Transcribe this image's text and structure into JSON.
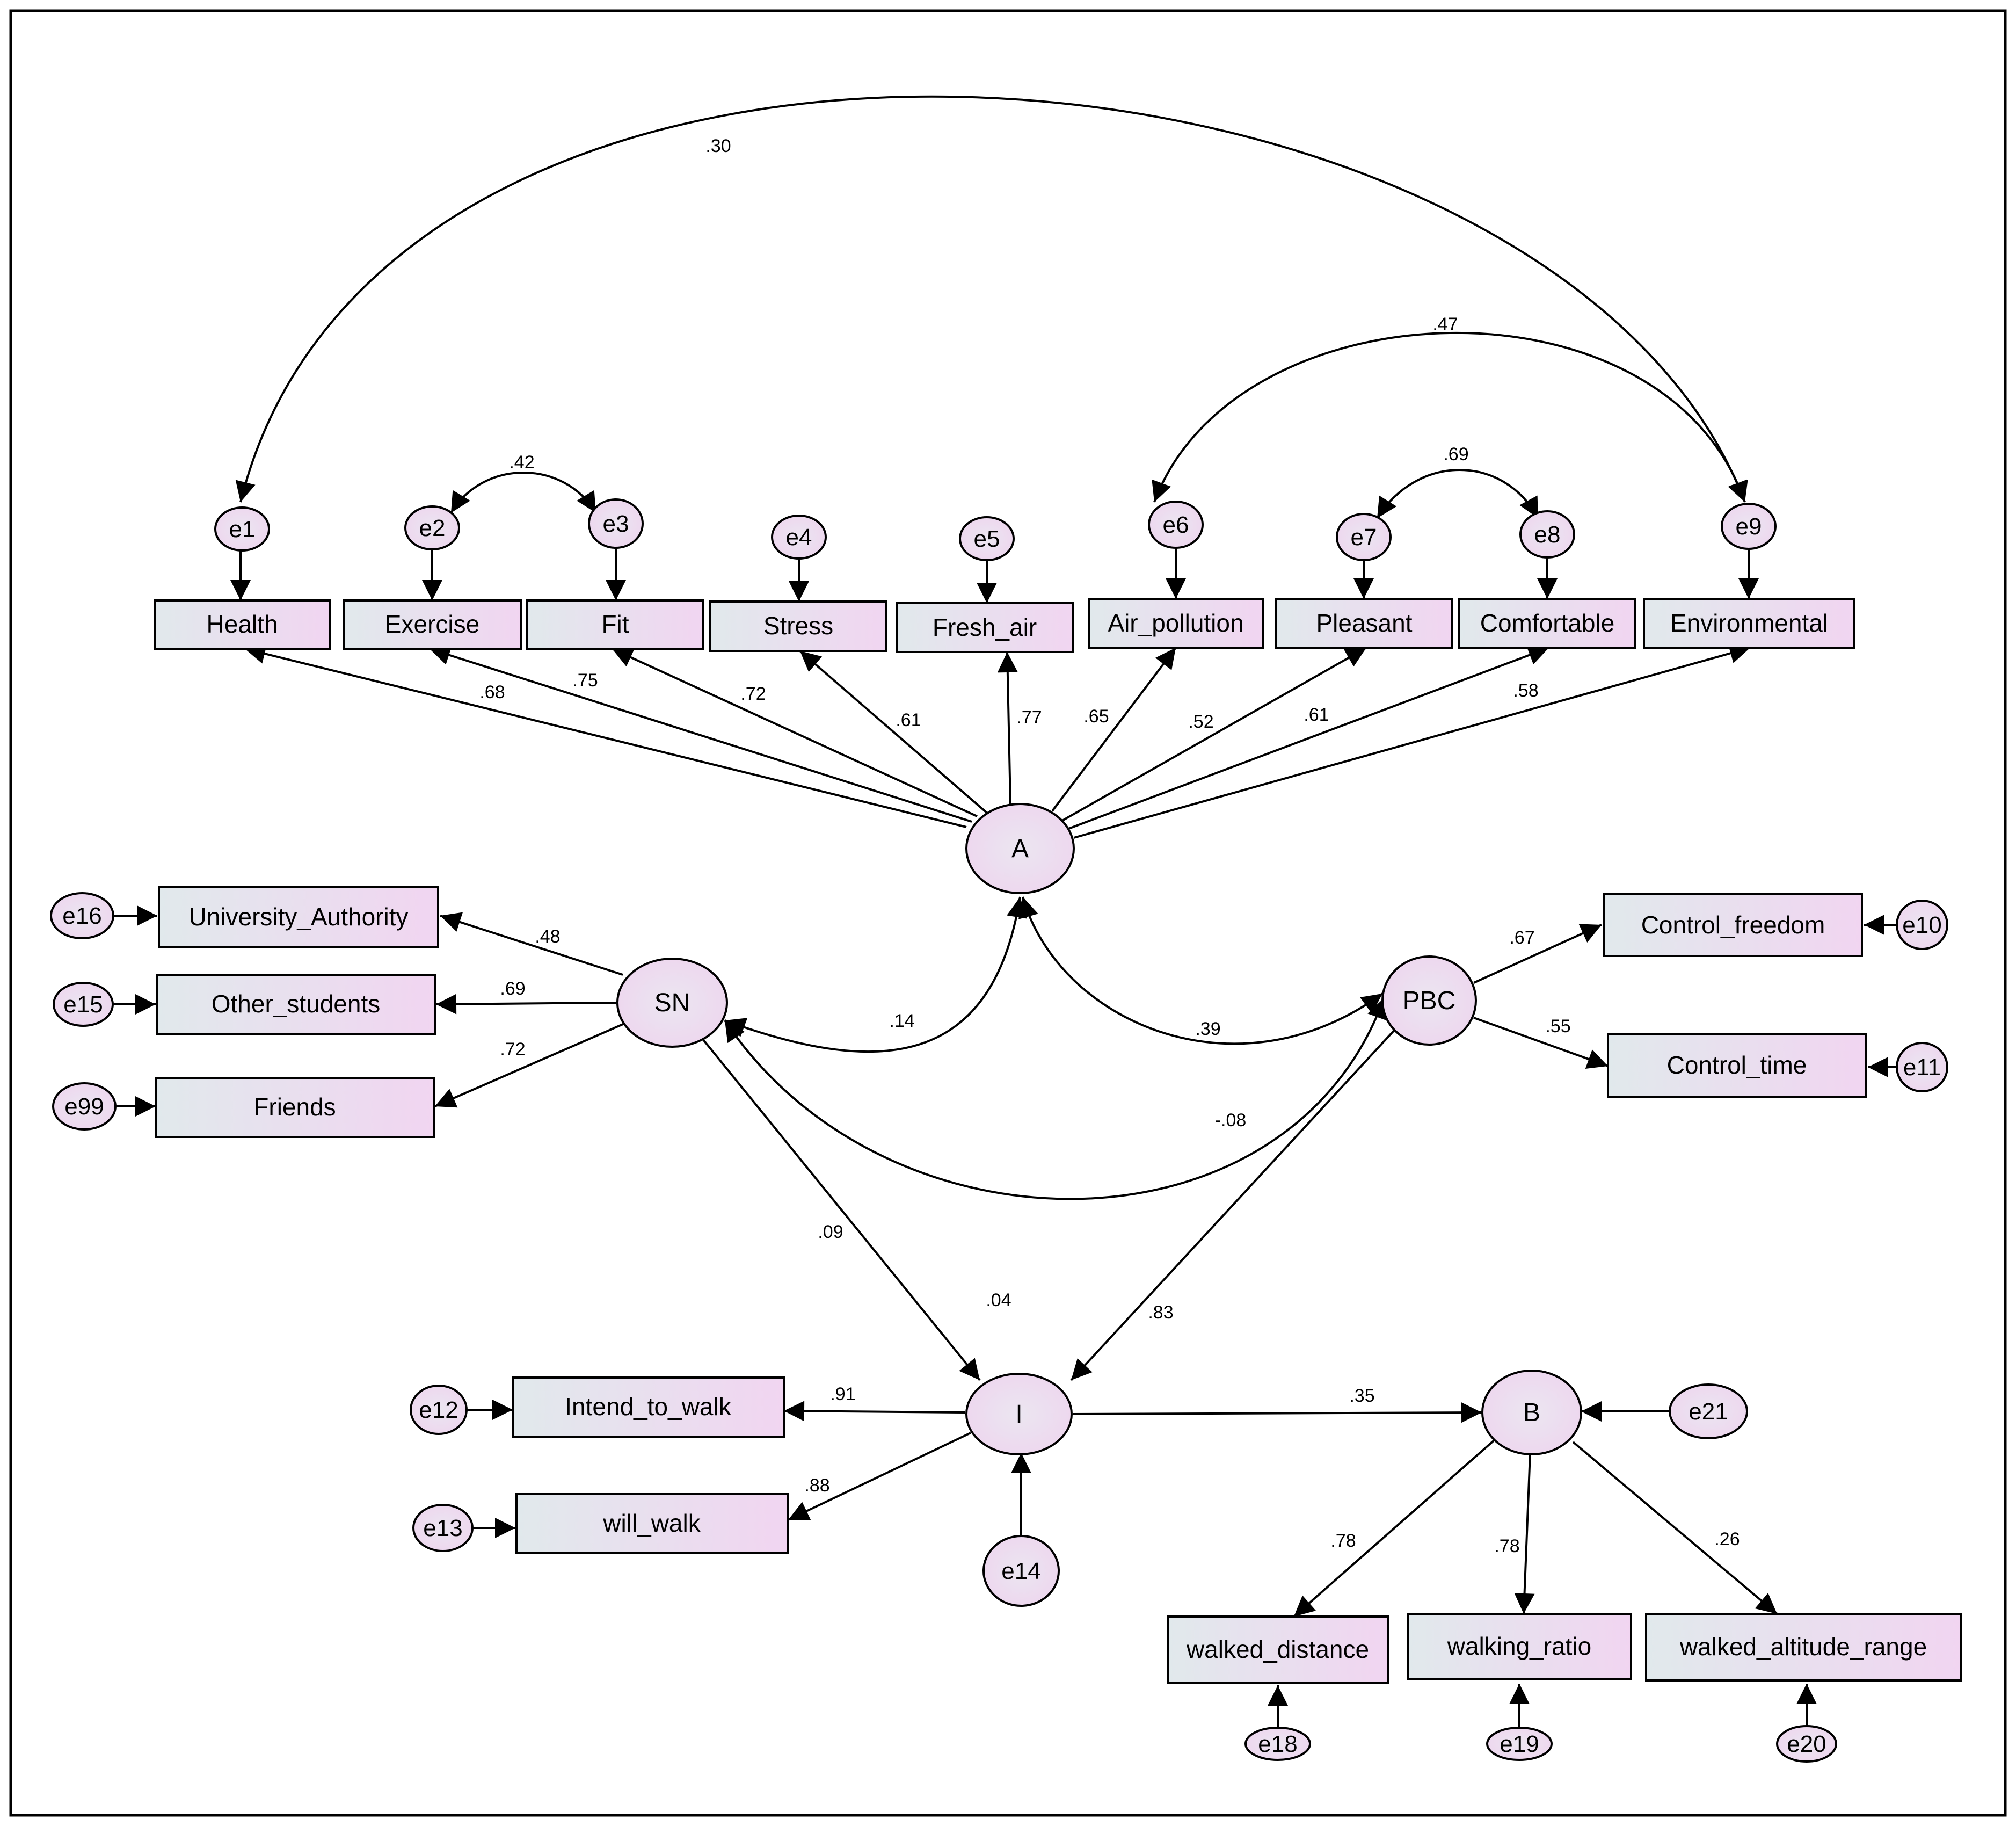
{
  "observed": {
    "health": "Health",
    "exercise": "Exercise",
    "fit": "Fit",
    "stress": "Stress",
    "fresh_air": "Fresh_air",
    "air_pollution": "Air_pollution",
    "pleasant": "Pleasant",
    "comfortable": "Comfortable",
    "environmental": "Environmental",
    "university_authority": "University_Authority",
    "other_students": "Other_students",
    "friends": "Friends",
    "control_freedom": "Control_freedom",
    "control_time": "Control_time",
    "intend_to_walk": "Intend_to_walk",
    "will_walk": "will_walk",
    "walked_distance": "walked_distance",
    "walking_ratio": "walking_ratio",
    "walked_altitude_range": "walked_altitude_range"
  },
  "latent": {
    "a": "A",
    "sn": "SN",
    "pbc": "PBC",
    "i": "I",
    "b": "B"
  },
  "errors": {
    "e1": "e1",
    "e2": "e2",
    "e3": "e3",
    "e4": "e4",
    "e5": "e5",
    "e6": "e6",
    "e7": "e7",
    "e8": "e8",
    "e9": "e9",
    "e10": "e10",
    "e11": "e11",
    "e12": "e12",
    "e13": "e13",
    "e14": "e14",
    "e15": "e15",
    "e16": "e16",
    "e18": "e18",
    "e19": "e19",
    "e20": "e20",
    "e21": "e21",
    "e99": "e99"
  },
  "coefficients": {
    "cov_e1_e9": ".30",
    "cov_e6_e9": ".47",
    "cov_e2_e3": ".42",
    "cov_e7_e8": ".69",
    "a_health": ".68",
    "a_exercise": ".75",
    "a_fit": ".72",
    "a_stress": ".61",
    "a_fresh_air": ".77",
    "a_air_pollution": ".65",
    "a_pleasant": ".52",
    "a_comfortable": ".61",
    "a_environmental": ".58",
    "sn_university_authority": ".48",
    "sn_other_students": ".69",
    "sn_friends": ".72",
    "pbc_control_freedom": ".67",
    "pbc_control_time": ".55",
    "cov_a_sn": ".14",
    "cov_a_pbc": ".39",
    "cov_sn_pbc": "-.08",
    "sn_i": ".09",
    "a_i": ".04",
    "pbc_i": ".83",
    "i_intend_to_walk": ".91",
    "i_will_walk": ".88",
    "i_b": ".35",
    "b_walked_distance": ".78",
    "b_walking_ratio": ".78",
    "b_walked_altitude_range": ".26"
  }
}
